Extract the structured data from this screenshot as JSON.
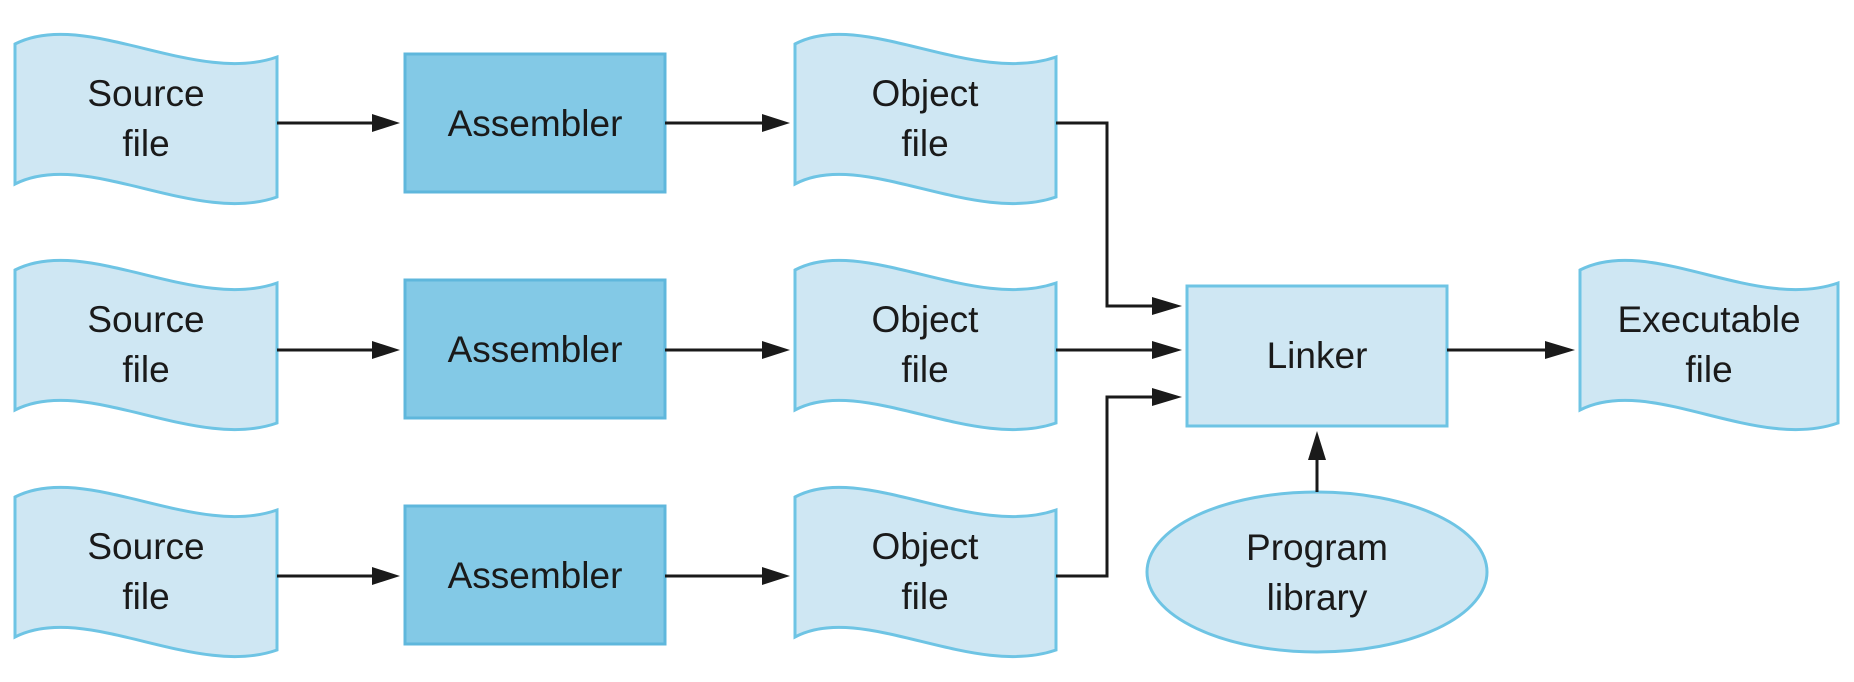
{
  "diagram": {
    "rows": [
      {
        "source": {
          "line1": "Source",
          "line2": "file"
        },
        "assembler": "Assembler",
        "object": {
          "line1": "Object",
          "line2": "file"
        }
      },
      {
        "source": {
          "line1": "Source",
          "line2": "file"
        },
        "assembler": "Assembler",
        "object": {
          "line1": "Object",
          "line2": "file"
        }
      },
      {
        "source": {
          "line1": "Source",
          "line2": "file"
        },
        "assembler": "Assembler",
        "object": {
          "line1": "Object",
          "line2": "file"
        }
      }
    ],
    "linker": "Linker",
    "library": {
      "line1": "Program",
      "line2": "library"
    },
    "executable": {
      "line1": "Executable",
      "line2": "file"
    },
    "colors": {
      "document_fill": "#cfe7f3",
      "document_stroke": "#6ec4e4",
      "assembler_fill": "#83c9e6",
      "arrow": "#1a1a1a"
    }
  }
}
